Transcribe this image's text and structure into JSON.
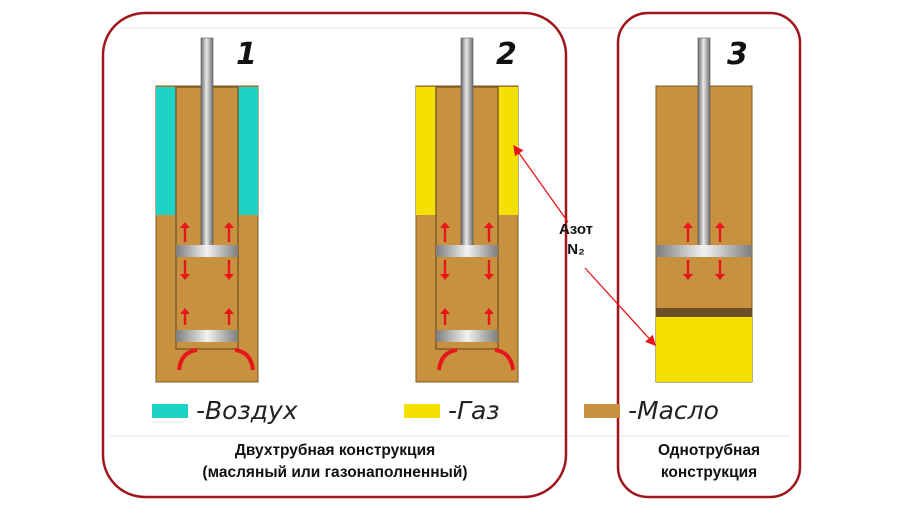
{
  "diagram": {
    "absorbers": [
      {
        "number": "1",
        "fill": "air"
      },
      {
        "number": "2",
        "fill": "gas"
      },
      {
        "number": "3",
        "fill": "gas"
      }
    ],
    "legend": [
      {
        "label": "-Воздух",
        "color": "#1fd3c4"
      },
      {
        "label": "-Газ",
        "color": "#f4e100"
      },
      {
        "label": "-Масло",
        "color": "#c8913f"
      }
    ],
    "nitrogen_label": {
      "line1": "Азот",
      "line2": "N₂"
    },
    "captions": {
      "twin_tube": {
        "line1": "Двухтрубная конструкция",
        "line2": "(масляный или газонаполненный)"
      },
      "mono_tube": {
        "line1": "Однотрубная",
        "line2": "конструкция"
      }
    },
    "colors": {
      "frame": "#a0141c",
      "oil": "#c8913f",
      "air": "#1fd3c4",
      "gas": "#f4e100",
      "arrow": "#e8161a",
      "rod": "#8e8e8e"
    }
  }
}
